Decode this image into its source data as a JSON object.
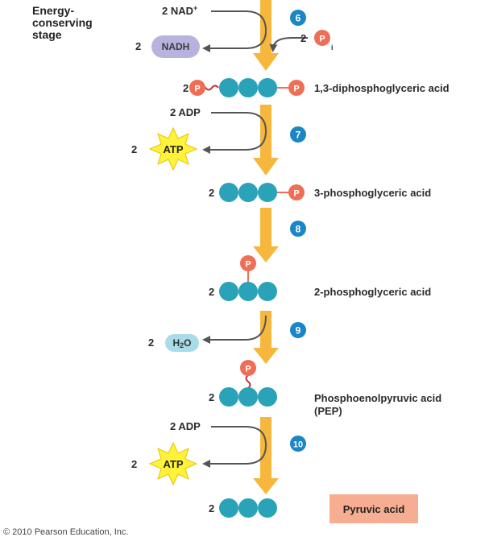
{
  "stage_title": [
    "Energy-",
    "conserving",
    "stage"
  ],
  "steps": [
    {
      "number": "6",
      "label": "6"
    },
    {
      "number": "7",
      "label": "7"
    },
    {
      "number": "8",
      "label": "8"
    },
    {
      "number": "9",
      "label": "9"
    },
    {
      "number": "10",
      "label": "10"
    }
  ],
  "step6": {
    "input_coef": "2",
    "input_name": "NAD",
    "input_charge": "+",
    "output_coef": "2",
    "output_name": "NADH",
    "pi_coef": "2",
    "pi_symbol": "P",
    "pi_sub": "i"
  },
  "step7": {
    "input_label": "2 ADP",
    "output_coef": "2",
    "output_name": "ATP"
  },
  "step9": {
    "output_coef": "2",
    "output_name": "H",
    "output_sub": "2",
    "output_tail": "O"
  },
  "step10": {
    "input_label": "2 ADP",
    "output_coef": "2",
    "output_name": "ATP"
  },
  "phosphate_symbol": "P",
  "compounds": [
    {
      "coef": "2",
      "name": "1,3-diphosphoglyceric acid"
    },
    {
      "coef": "2",
      "name": "3-phosphoglyceric acid"
    },
    {
      "coef": "2",
      "name": "2-phosphoglyceric acid"
    },
    {
      "coef": "2",
      "name": "Phosphoenolpyruvic acid",
      "name2": "(PEP)"
    },
    {
      "coef": "2",
      "name": "Pyruvic acid"
    }
  ],
  "colors": {
    "arrow_main": "#f6b73c",
    "bead": "#2aa3b8",
    "phosphate": "#ee6f55",
    "step_badge": "#1b86c6",
    "atp_burst": "#fff23a",
    "side_arrow": "#555555"
  },
  "copyright": "© 2010 Pearson Education, Inc."
}
